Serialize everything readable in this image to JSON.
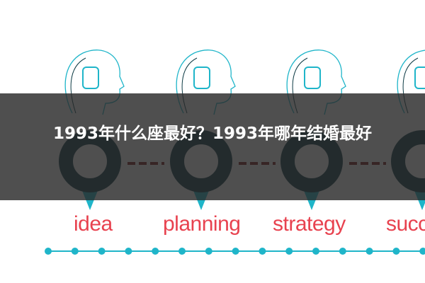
{
  "title": "1993年什么座最好？1993年哪年结婚最好",
  "steps": [
    {
      "label": "idea",
      "icon": "lightbulb-icon"
    },
    {
      "label": "planning",
      "icon": "document-chart-icon"
    },
    {
      "label": "strategy",
      "icon": "chess-pieces-icon"
    },
    {
      "label": "succ",
      "icon": "handshake-icon"
    }
  ],
  "colors": {
    "accent": "#1fb5c9",
    "ring": "#0d3a44",
    "label": "#e8424f",
    "dash": "#7a1a1a",
    "overlay": "#3a3a3a"
  }
}
